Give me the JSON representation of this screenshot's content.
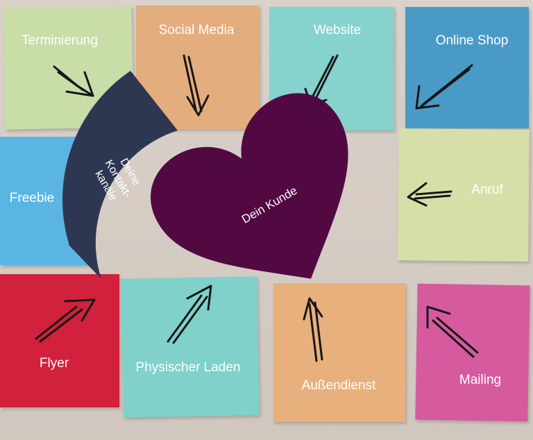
{
  "center": {
    "label": "Dein Kunde",
    "color": "#520942"
  },
  "arc": {
    "lines": [
      "Deine",
      "Kontakt-",
      "kanäle"
    ],
    "color": "#2e3752"
  },
  "channels": [
    {
      "id": "terminierung",
      "label": "Terminierung",
      "color": "#c9dda9"
    },
    {
      "id": "social-media",
      "label": "Social Media",
      "color": "#e3ad7e"
    },
    {
      "id": "website",
      "label": "Website",
      "color": "#86d2cc"
    },
    {
      "id": "online-shop",
      "label": "Online Shop",
      "color": "#4a9ac7"
    },
    {
      "id": "freebie",
      "label": "Freebie",
      "color": "#5ab5e3"
    },
    {
      "id": "anruf",
      "label": "Anruf",
      "color": "#d7dfa8"
    },
    {
      "id": "flyer",
      "label": "Flyer",
      "color": "#d1213c"
    },
    {
      "id": "physischer-laden",
      "label": "Physischer Laden",
      "color": "#7fd1c9"
    },
    {
      "id": "aussendienst",
      "label": "Außendienst",
      "color": "#e8b07c"
    },
    {
      "id": "mailing",
      "label": "Mailing",
      "color": "#d55a9e"
    }
  ]
}
